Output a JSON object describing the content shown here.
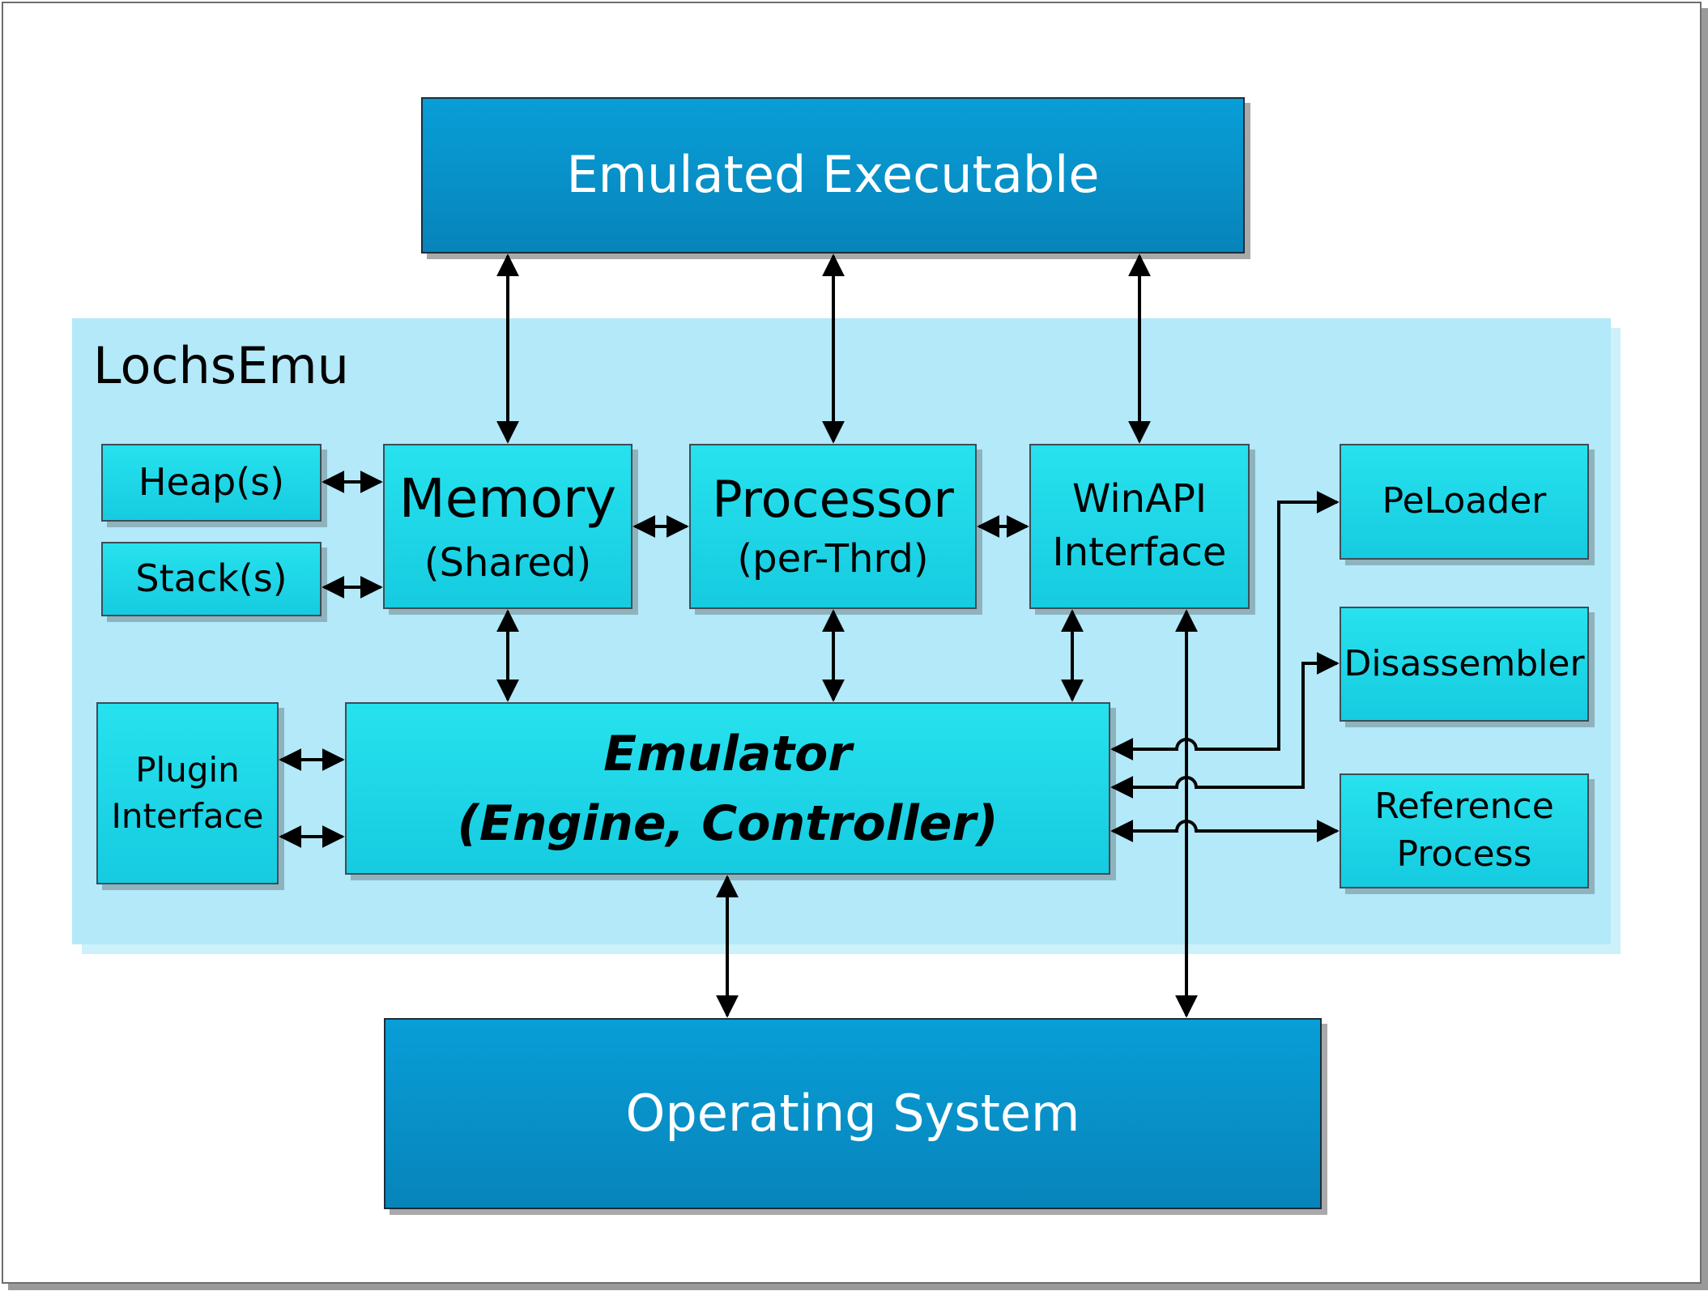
{
  "container": {
    "title": "LochsEmu"
  },
  "external": {
    "top": "Emulated Executable",
    "bottom": "Operating System"
  },
  "components": {
    "heap": "Heap(s)",
    "stack": "Stack(s)",
    "memory": {
      "title": "Memory",
      "subtitle": "(Shared)"
    },
    "processor": {
      "title": "Processor",
      "subtitle": "(per-Thrd)"
    },
    "winapi": {
      "line1": "WinAPI",
      "line2": "Interface"
    },
    "plugin": {
      "line1": "Plugin",
      "line2": "Interface"
    },
    "emulator": {
      "line1": "Emulator",
      "line2": "(Engine, Controller)"
    },
    "peloader": "PeLoader",
    "disassembler": "Disassembler",
    "reference": {
      "line1": "Reference",
      "line2": "Process"
    }
  },
  "colors": {
    "dark_box": "#0891c9",
    "light_box": "#1fd8e8",
    "container": "#b3e9f9"
  }
}
